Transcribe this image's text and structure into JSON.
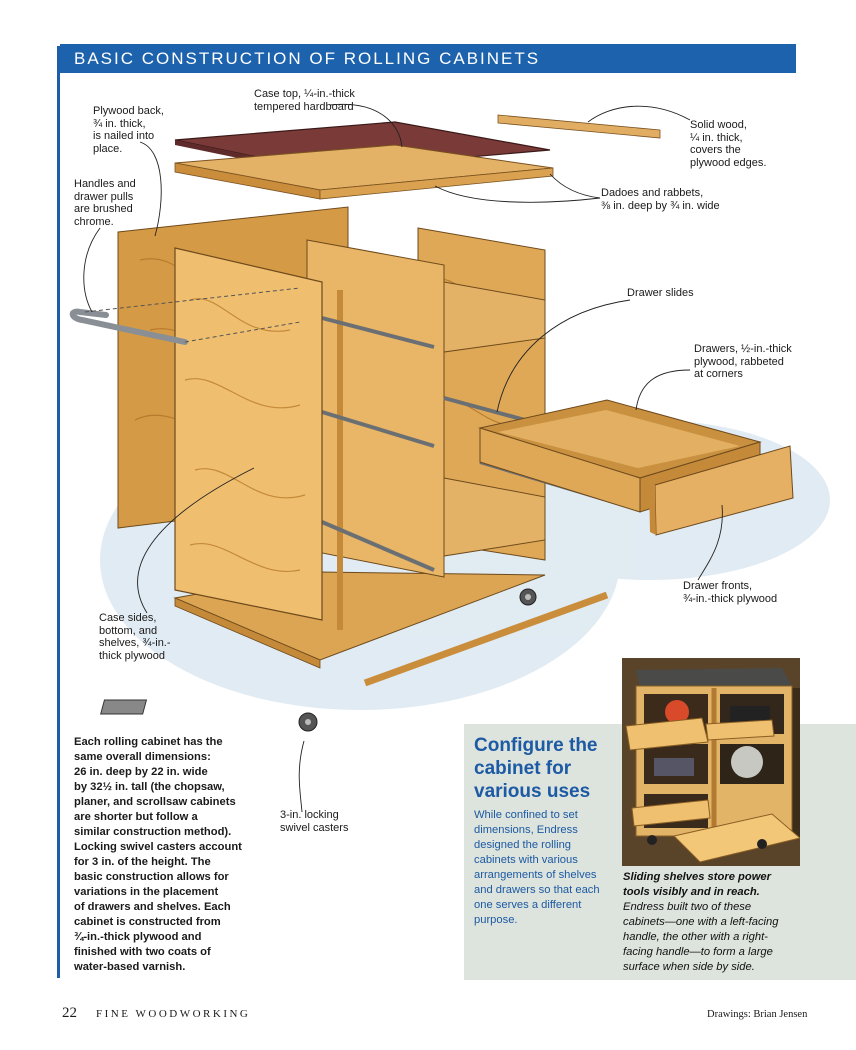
{
  "title": "BASIC CONSTRUCTION OF ROLLING CABINETS",
  "callouts": {
    "plywood_back": "Plywood back,\n¾ in. thick,\nis nailed into\nplace.",
    "case_top": "Case top, ¼-in.-thick\ntempered hardboard",
    "solid_wood": "Solid wood,\n¼ in. thick,\ncovers the\nplywood edges.",
    "handles": "Handles and\ndrawer pulls\nare brushed\nchrome.",
    "dadoes": "Dadoes and rabbets,\n⅜ in. deep by ¾ in. wide",
    "drawer_slides": "Drawer slides",
    "drawers": "Drawers, ½-in.-thick\nplywood, rabbeted\nat corners",
    "drawer_fronts": "Drawer fronts,\n¾-in.-thick plywood",
    "case_sides": "Case sides,\nbottom, and\nshelves, ¾-in.-\nthick plywood",
    "casters": "3-in. locking\nswivel casters"
  },
  "body_text": "Each rolling cabinet has the\nsame overall dimensions:\n26 in. deep by 22 in. wide\nby 32½ in. tall (the chopsaw,\nplaner, and scrollsaw cabinets\nare shorter but follow a\nsimilar construction method).\nLocking swivel casters account\nfor 3 in. of the height. The\nbasic construction allows for\nvariations in the placement\nof drawers and shelves. Each\ncabinet is constructed from\n¾-in.-thick plywood and\nfinished with two coats of\nwater-based varnish.",
  "sidebar": {
    "heading": "Configure the\ncabinet for\nvarious uses",
    "body": "While confined to set\ndimensions, Endress\ndesigned the rolling\ncabinets with various\narrangements of shelves\nand drawers so that each\none serves a different\npurpose."
  },
  "photo_caption": {
    "bold": "Sliding shelves store power\ntools visibly and in reach.",
    "text": "Endress built two of these\ncabinets—one with a left-facing\nhandle, the other with a right-\nfacing handle—to form a large\nsurface when side by side."
  },
  "footer": {
    "page_number": "22",
    "magazine": "FINE WOODWORKING",
    "credit": "Drawings: Brian Jensen"
  },
  "colors": {
    "title_bar": "#1d62ad",
    "accent_text": "#1c5aa3",
    "sidebar_bg": "#dde3dd",
    "wood_light": "#e9b566",
    "wood_mid": "#d49a45",
    "wood_dark": "#b77a2e",
    "hardboard": "#7a3a38"
  }
}
